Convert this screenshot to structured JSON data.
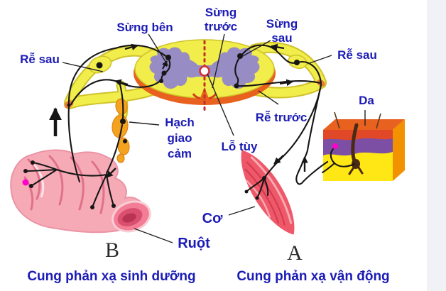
{
  "figure": {
    "panel_b": {
      "letter": "B",
      "caption": "Cung phản xạ sinh dưỡng"
    },
    "panel_a": {
      "letter": "A",
      "caption": "Cung phản xạ vận động"
    }
  },
  "labels": {
    "re_sau_left": "Rễ sau",
    "sung_ben": "Sừng bên",
    "sung_truoc": [
      "Sừng",
      "trước"
    ],
    "sung_sau": [
      "Sừng",
      "sau"
    ],
    "re_sau_right": "Rễ sau",
    "da": "Da",
    "hach_giao_cam": [
      "Hạch",
      "giao",
      "cảm"
    ],
    "re_truoc": "Rễ trước",
    "lo_tuy": "Lỗ tùy",
    "co": "Cơ",
    "ruot": "Ruột"
  },
  "colors": {
    "label_blue": "#1b1bb5",
    "cord_yellow": "#f1ed4a",
    "cord_outline": "#cfc22a",
    "gray_matter_purple": "#978cc4",
    "orange_rim": "#e8611f",
    "ganglion_orange": "#f3a31e",
    "intestine_pink": "#f6aab6",
    "intestine_fold": "#e0718a",
    "muscle_red": "#ee5868",
    "skin_yellow": "#ffe615",
    "skin_purple": "#7c4fa5",
    "skin_side_orange": "#f29200",
    "receptor_magenta": "#ff00cc",
    "midline_red": "#c23028",
    "fiber_black": "#161616",
    "letter_color": "#2b2b2b",
    "gutter_gray": "#f1f2f5"
  }
}
